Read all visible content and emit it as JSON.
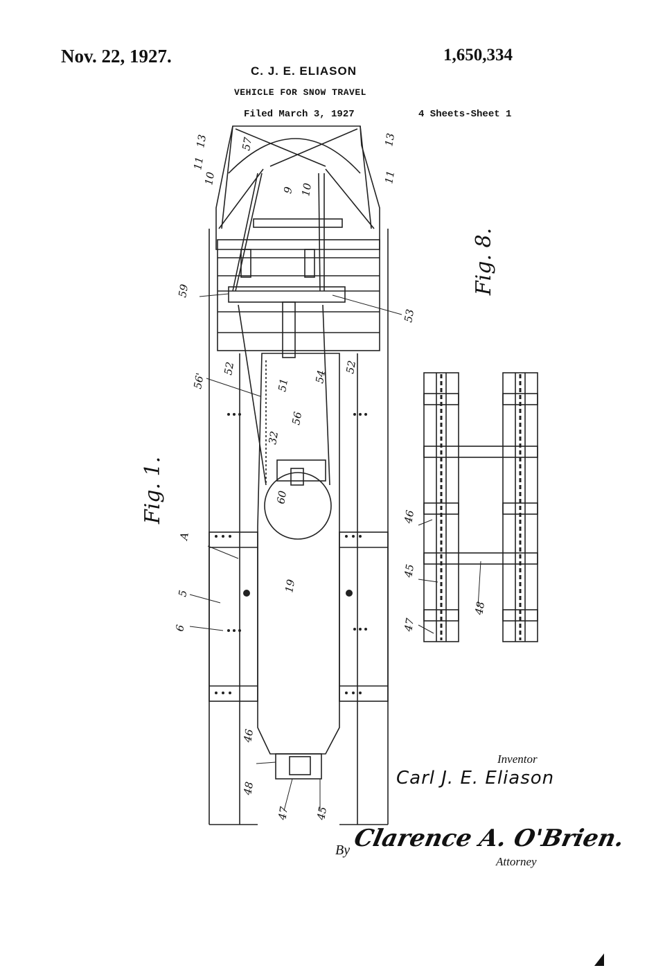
{
  "header": {
    "date": "Nov. 22, 1927.",
    "patent_number": "1,650,334",
    "inventor": "C. J. E. ELIASON",
    "title": "VEHICLE FOR SNOW TRAVEL",
    "filed": "Filed March 3, 1927",
    "sheets": "4 Sheets-Sheet 1"
  },
  "figures": {
    "fig1": "Fig. 1.",
    "fig8": "Fig. 8."
  },
  "reference_numerals": {
    "n13a": "13",
    "n11a": "11",
    "n10a": "10",
    "n57": "57",
    "n9": "9",
    "n10b": "10",
    "n13b": "13",
    "n11b": "11",
    "n59": "59",
    "n53": "53",
    "n56p": "56'",
    "n52a": "52",
    "n51": "51",
    "n54": "54",
    "n52b": "52",
    "n56": "56",
    "n32": "32",
    "n60": "60",
    "nA": "A",
    "n5": "5",
    "n6": "6",
    "n19": "19",
    "n46a": "46",
    "n48a": "48",
    "n47a": "47",
    "n45a": "45",
    "n46b": "46",
    "n45b": "45",
    "n47b": "47",
    "n48b": "48"
  },
  "signature": {
    "inventor_label": "Inventor",
    "inventor_name": "Carl J. E. Eliason",
    "by": "By",
    "attorney_name": "Clarence A. O'Brien.",
    "attorney_label": "Attorney"
  }
}
